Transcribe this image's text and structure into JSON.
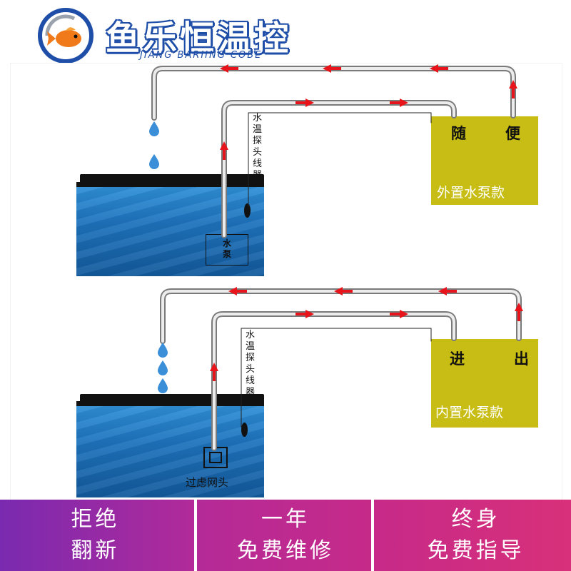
{
  "header": {
    "brand_title": "鱼乐恒温控",
    "brand_subtitle": "JIANG BARIING COBE"
  },
  "colors": {
    "pipe": "#888888",
    "arrow": "#e8141c",
    "unit": "#c7bd14",
    "water_drop": "#3a8fd8",
    "banner_start": "#7a2ab0",
    "banner_end": "#d8307a"
  },
  "top_setup": {
    "unit_label": "外置水泵款",
    "unit_chars": [
      "随",
      "便"
    ],
    "sensor_text": "水温探头线器",
    "pump_label": "水\n泵"
  },
  "bottom_setup": {
    "unit_label": "内置水泵款",
    "unit_chars": [
      "进",
      "出"
    ],
    "sensor_text": "水温探头线器",
    "filter_label": "过虑网头"
  },
  "banner": [
    {
      "line1": "拒绝",
      "line2": "翻新"
    },
    {
      "line1": "一年",
      "line2": "免费维修"
    },
    {
      "line1": "终身",
      "line2": "免费指导"
    }
  ]
}
